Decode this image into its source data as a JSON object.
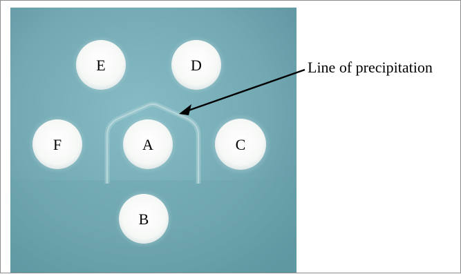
{
  "annotation": {
    "label": "Line of precipitation"
  },
  "wells": [
    {
      "id": "E",
      "label": "E"
    },
    {
      "id": "D",
      "label": "D"
    },
    {
      "id": "F",
      "label": "F"
    },
    {
      "id": "A",
      "label": "A"
    },
    {
      "id": "C",
      "label": "C"
    },
    {
      "id": "B",
      "label": "B"
    }
  ],
  "colors": {
    "gel_light": "#7fb3bd",
    "gel_dark": "#5d949f",
    "well": "#fbfbf8",
    "precipitin": "#a3c9cf",
    "text": "#000000"
  }
}
